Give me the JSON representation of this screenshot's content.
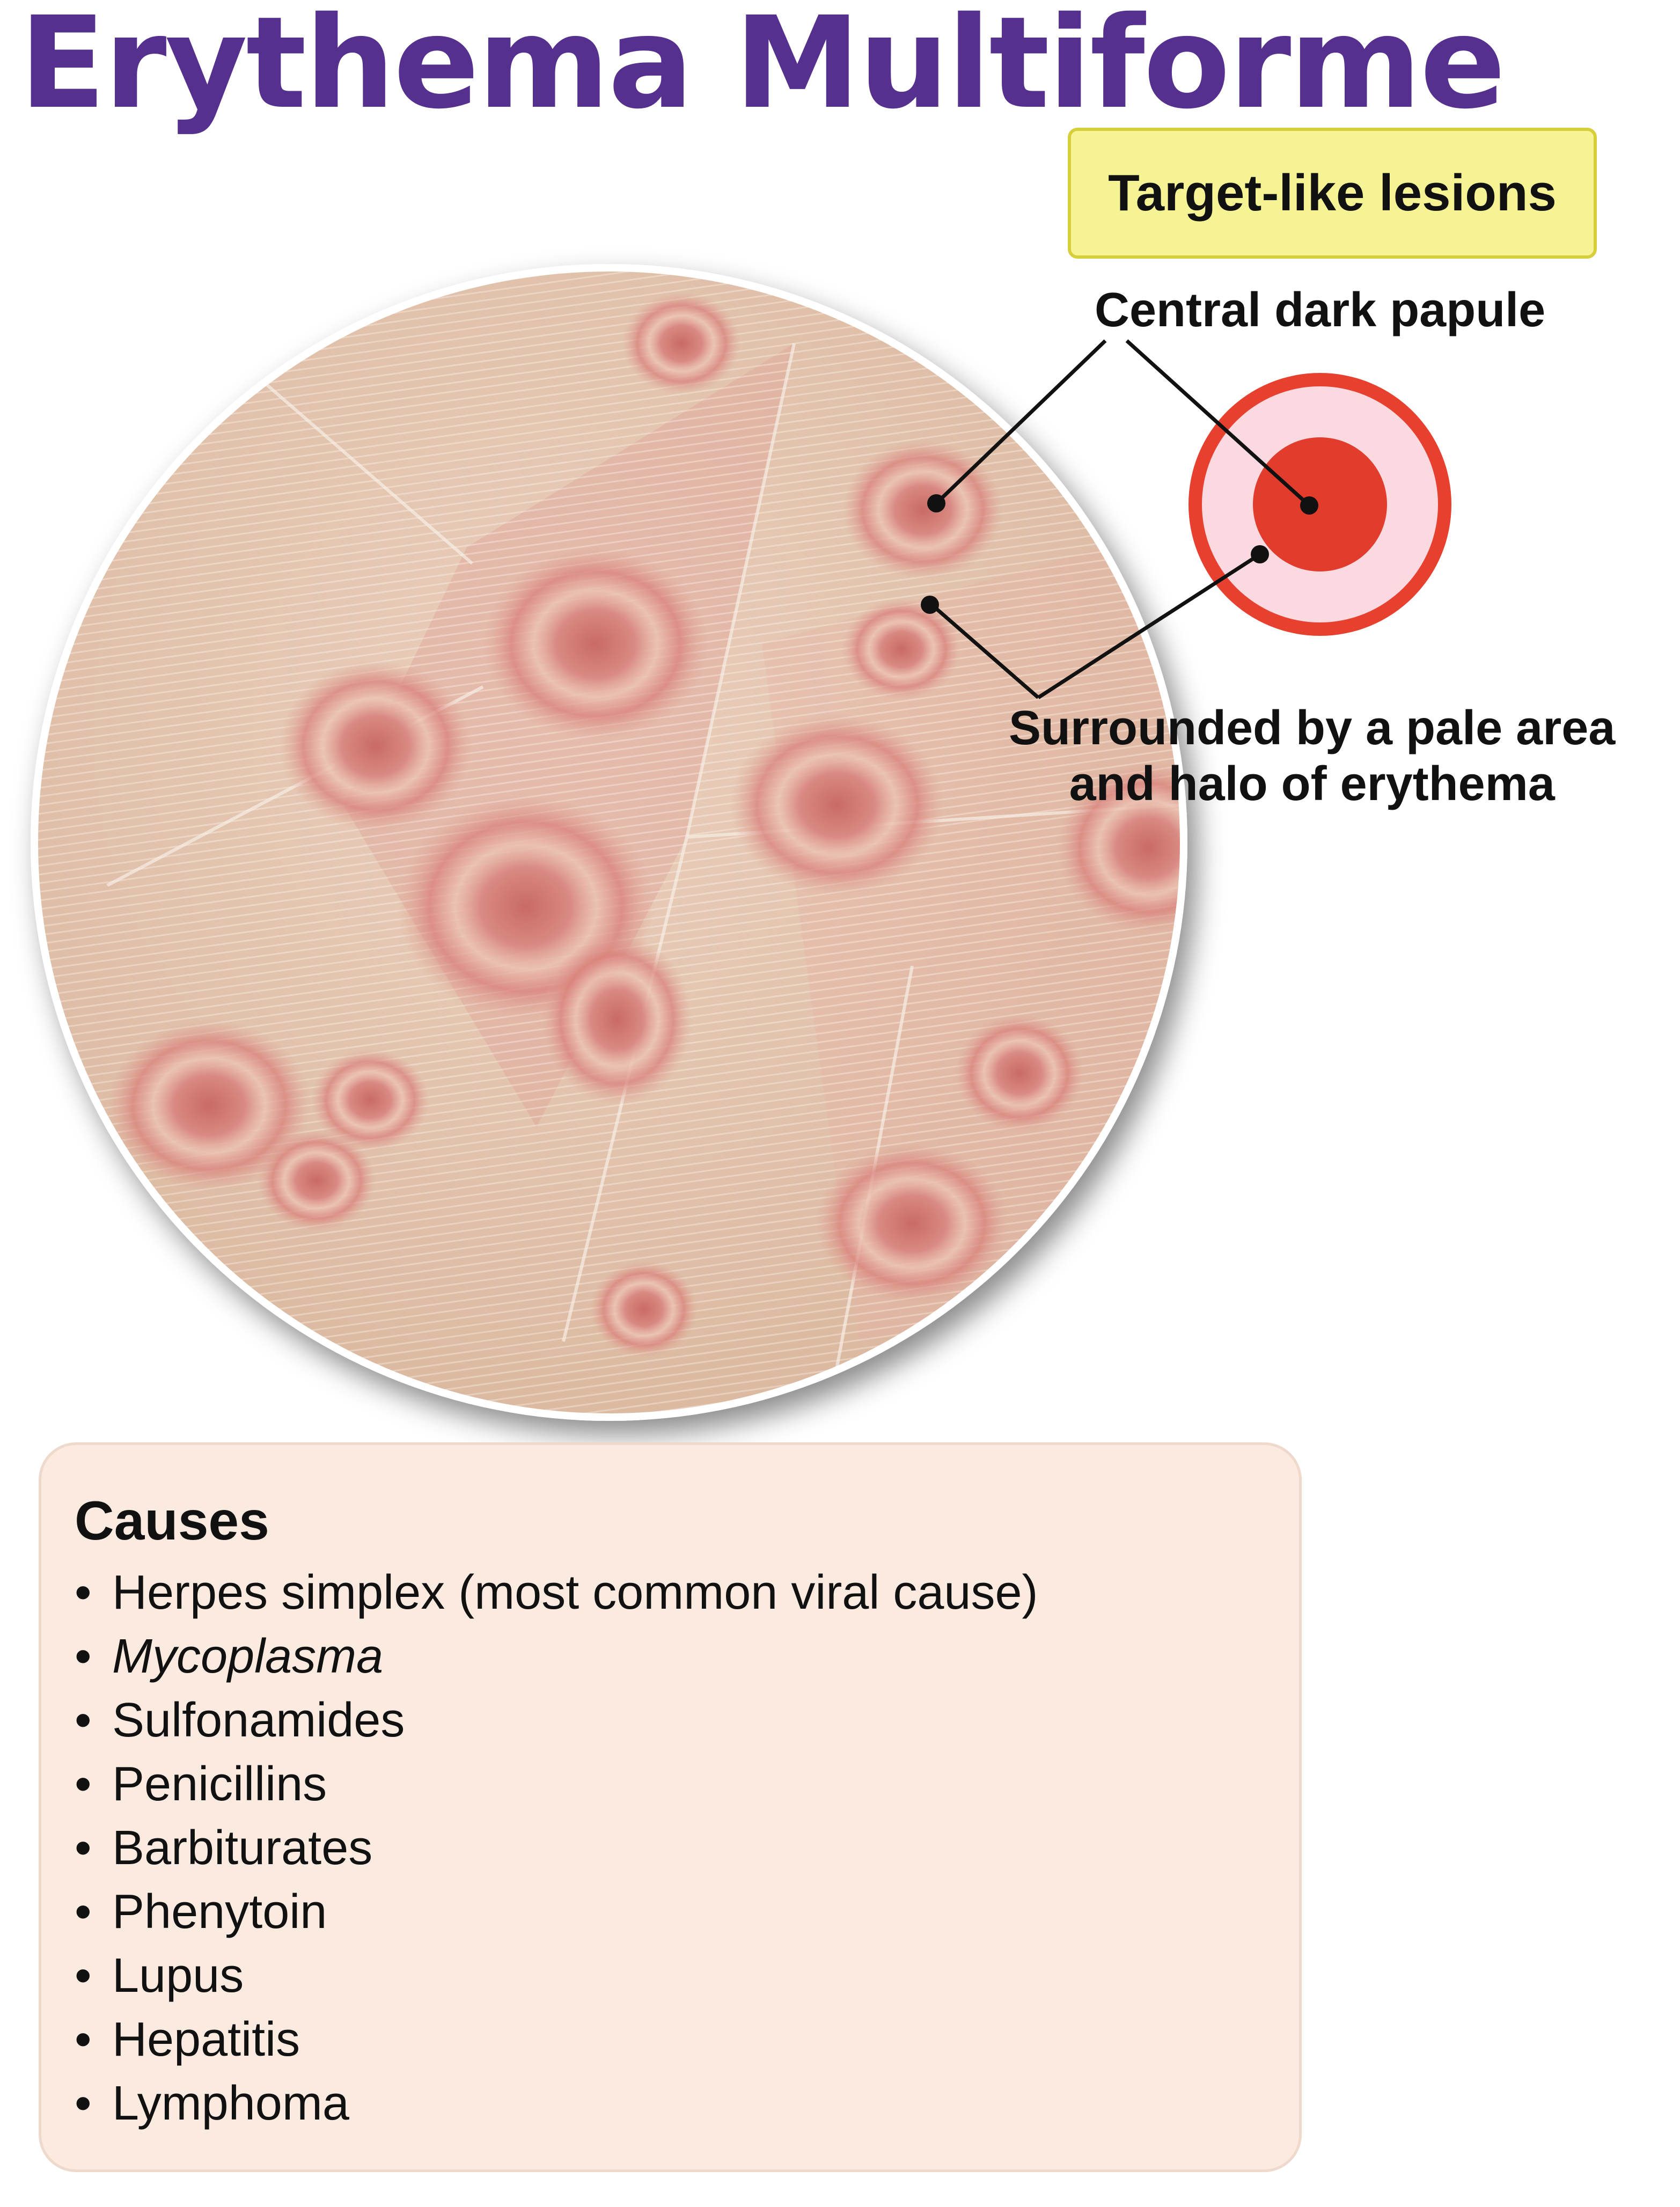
{
  "title": "Erythema Multiforme",
  "colors": {
    "title": "#55308e",
    "badge_fill": "#f5f394",
    "target_outer_ring": "#e8402e",
    "target_pale_zone": "#fbd9e0",
    "target_center": "#e23c2c",
    "card_fill": "#fbeadf"
  },
  "badge": {
    "label": "Target-like lesions"
  },
  "annotations": {
    "central": "Central dark papule",
    "surround_line1": "Surrounded by a pale area",
    "surround_line2": "and halo of erythema"
  },
  "causes": {
    "heading": "Causes",
    "bullet": "•",
    "items": [
      {
        "text": "Herpes simplex (most common viral cause)",
        "italic": false
      },
      {
        "text": "Mycoplasma",
        "italic": true
      },
      {
        "text": "Sulfonamides",
        "italic": false
      },
      {
        "text": "Penicillins",
        "italic": false
      },
      {
        "text": "Barbiturates",
        "italic": false
      },
      {
        "text": "Phenytoin",
        "italic": false
      },
      {
        "text": "Lupus",
        "italic": false
      },
      {
        "text": "Hepatitis",
        "italic": false
      },
      {
        "text": "Lymphoma",
        "italic": false
      }
    ]
  },
  "icons": [
    "target-lesion-icon",
    "skin-photo"
  ]
}
